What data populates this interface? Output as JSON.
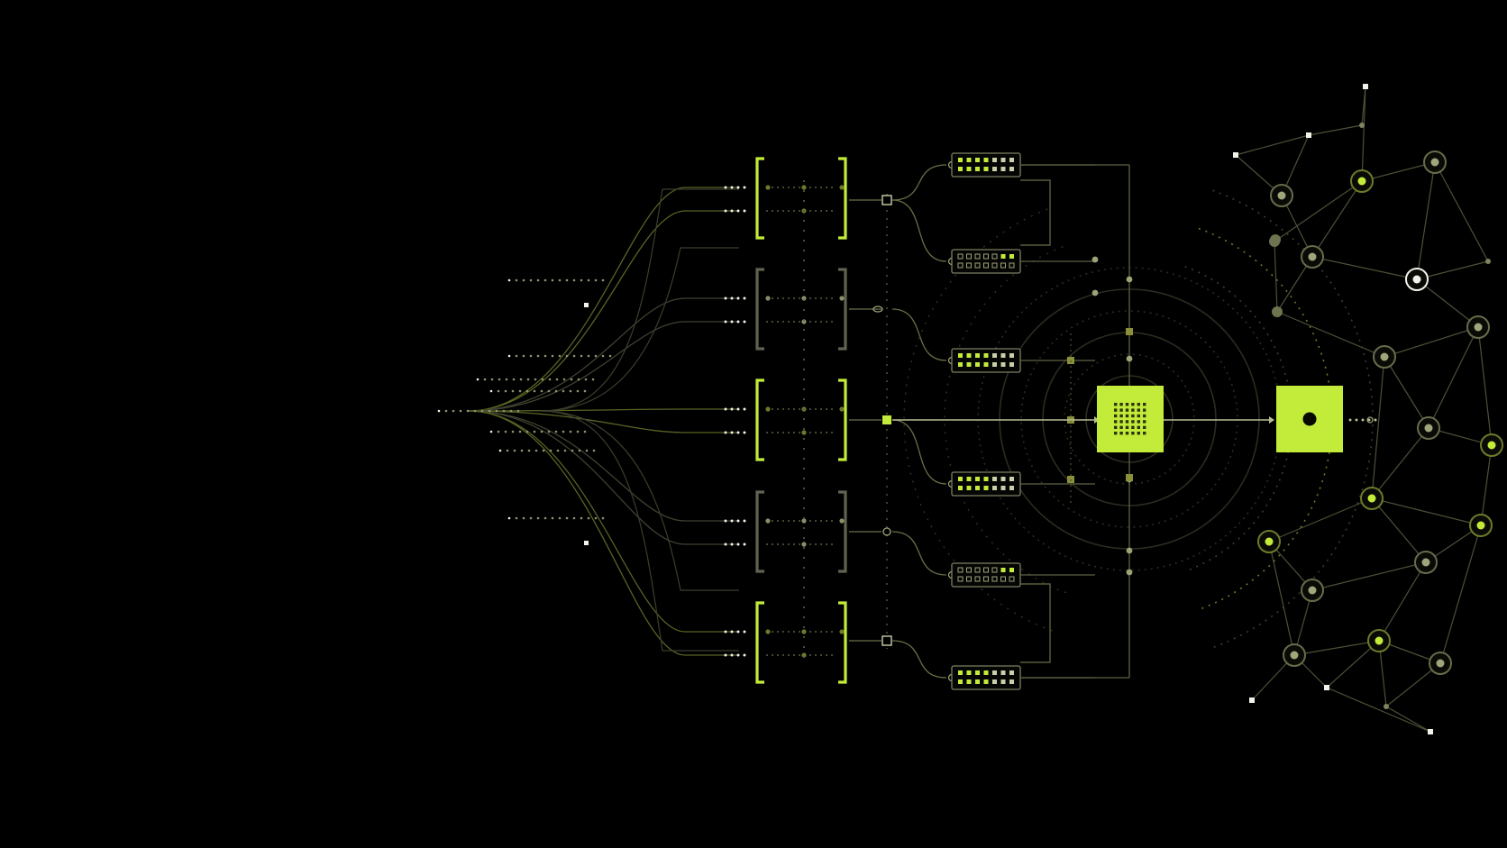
{
  "colors": {
    "background": "#000000",
    "accent": "#c3ec3a",
    "accent_dim": "#6d7a2b",
    "muted": "#5f6450",
    "wire": "#4a4f36",
    "white": "#f2f2ea"
  },
  "diagram": {
    "text_labels": [],
    "bracket_lanes": [
      {
        "style": "accent"
      },
      {
        "style": "muted"
      },
      {
        "style": "accent"
      },
      {
        "style": "muted"
      },
      {
        "style": "accent"
      }
    ],
    "register_blocks": [
      {
        "style": "lit"
      },
      {
        "style": "hollow"
      },
      {
        "style": "lit"
      },
      {
        "style": "lit"
      },
      {
        "style": "hollow"
      },
      {
        "style": "lit"
      }
    ],
    "central_processor": {
      "icon": "chip-grid-icon"
    },
    "output_node": {
      "icon": "dot-icon"
    },
    "concentric_rings": 6,
    "network_nodes": 22
  }
}
